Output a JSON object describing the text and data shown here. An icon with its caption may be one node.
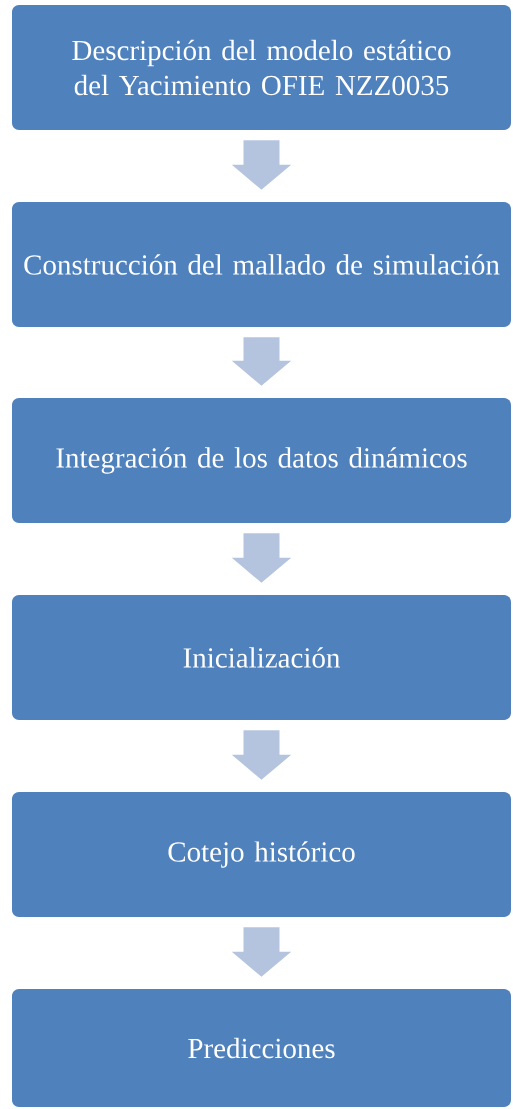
{
  "diagram": {
    "nodes": [
      {
        "text": [
          "Descripción del modelo estático del Yacimiento OFIE NZZ0035"
        ]
      },
      {
        "text": [
          "Construcción del mallado de simulación"
        ]
      },
      {
        "text": [
          "Integración de los datos dinámicos"
        ]
      },
      {
        "text": [
          "Inicialización"
        ]
      },
      {
        "text": [
          "Cotejo histórico"
        ]
      },
      {
        "text": [
          "Predicciones"
        ]
      }
    ],
    "edges": [
      {
        "from": 0,
        "to": 1,
        "arrow": "to"
      },
      {
        "from": 1,
        "to": 2,
        "arrow": "to"
      },
      {
        "from": 2,
        "to": 3,
        "arrow": "to"
      },
      {
        "from": 3,
        "to": 4,
        "arrow": "to"
      },
      {
        "from": 4,
        "to": 5,
        "arrow": "to"
      }
    ]
  }
}
